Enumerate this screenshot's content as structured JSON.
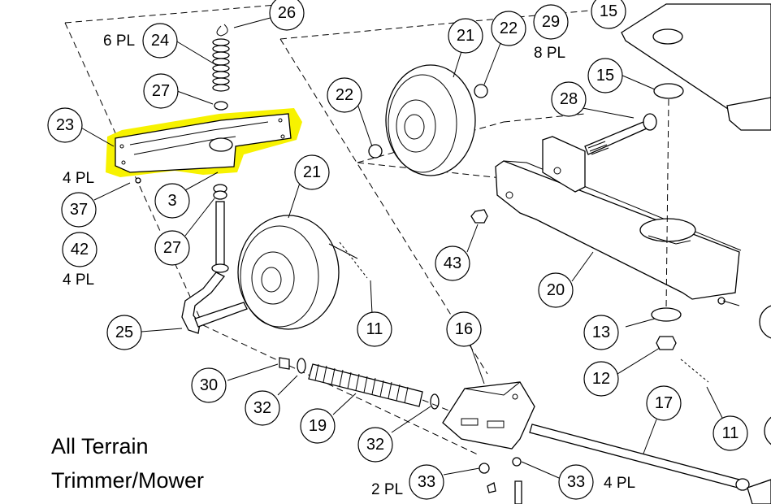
{
  "title": {
    "line1": "All Terrain",
    "line2": "Trimmer/Mower"
  },
  "highlight_color": "#f7f200",
  "callouts": [
    {
      "id": "c26",
      "label": "26"
    },
    {
      "id": "c24",
      "label": "24"
    },
    {
      "id": "c27a",
      "label": "27"
    },
    {
      "id": "c23",
      "label": "23"
    },
    {
      "id": "c3",
      "label": "3"
    },
    {
      "id": "c27b",
      "label": "27"
    },
    {
      "id": "c37",
      "label": "37"
    },
    {
      "id": "c42",
      "label": "42"
    },
    {
      "id": "c21a",
      "label": "21"
    },
    {
      "id": "c22a",
      "label": "22"
    },
    {
      "id": "c22b",
      "label": "22"
    },
    {
      "id": "c21b",
      "label": "21"
    },
    {
      "id": "c29",
      "label": "29"
    },
    {
      "id": "c15a",
      "label": "15"
    },
    {
      "id": "c15b",
      "label": "15"
    },
    {
      "id": "c28",
      "label": "28"
    },
    {
      "id": "c43",
      "label": "43"
    },
    {
      "id": "c20",
      "label": "20"
    },
    {
      "id": "c25",
      "label": "25"
    },
    {
      "id": "c11a",
      "label": "11"
    },
    {
      "id": "c16",
      "label": "16"
    },
    {
      "id": "c13",
      "label": "13"
    },
    {
      "id": "c12",
      "label": "12"
    },
    {
      "id": "c30",
      "label": "30"
    },
    {
      "id": "c32a",
      "label": "32"
    },
    {
      "id": "c19",
      "label": "19"
    },
    {
      "id": "c32b",
      "label": "32"
    },
    {
      "id": "c17",
      "label": "17"
    },
    {
      "id": "c11b",
      "label": "11"
    },
    {
      "id": "c33a",
      "label": "33"
    },
    {
      "id": "c33b",
      "label": "33"
    }
  ],
  "quantities": [
    {
      "id": "q6pl",
      "label": "6 PL"
    },
    {
      "id": "q4pl_a",
      "label": "4 PL"
    },
    {
      "id": "q4pl_b",
      "label": "4 PL"
    },
    {
      "id": "q8pl",
      "label": "8 PL"
    },
    {
      "id": "q2pl",
      "label": "2 PL"
    },
    {
      "id": "q4pl_c",
      "label": "4 PL"
    }
  ]
}
